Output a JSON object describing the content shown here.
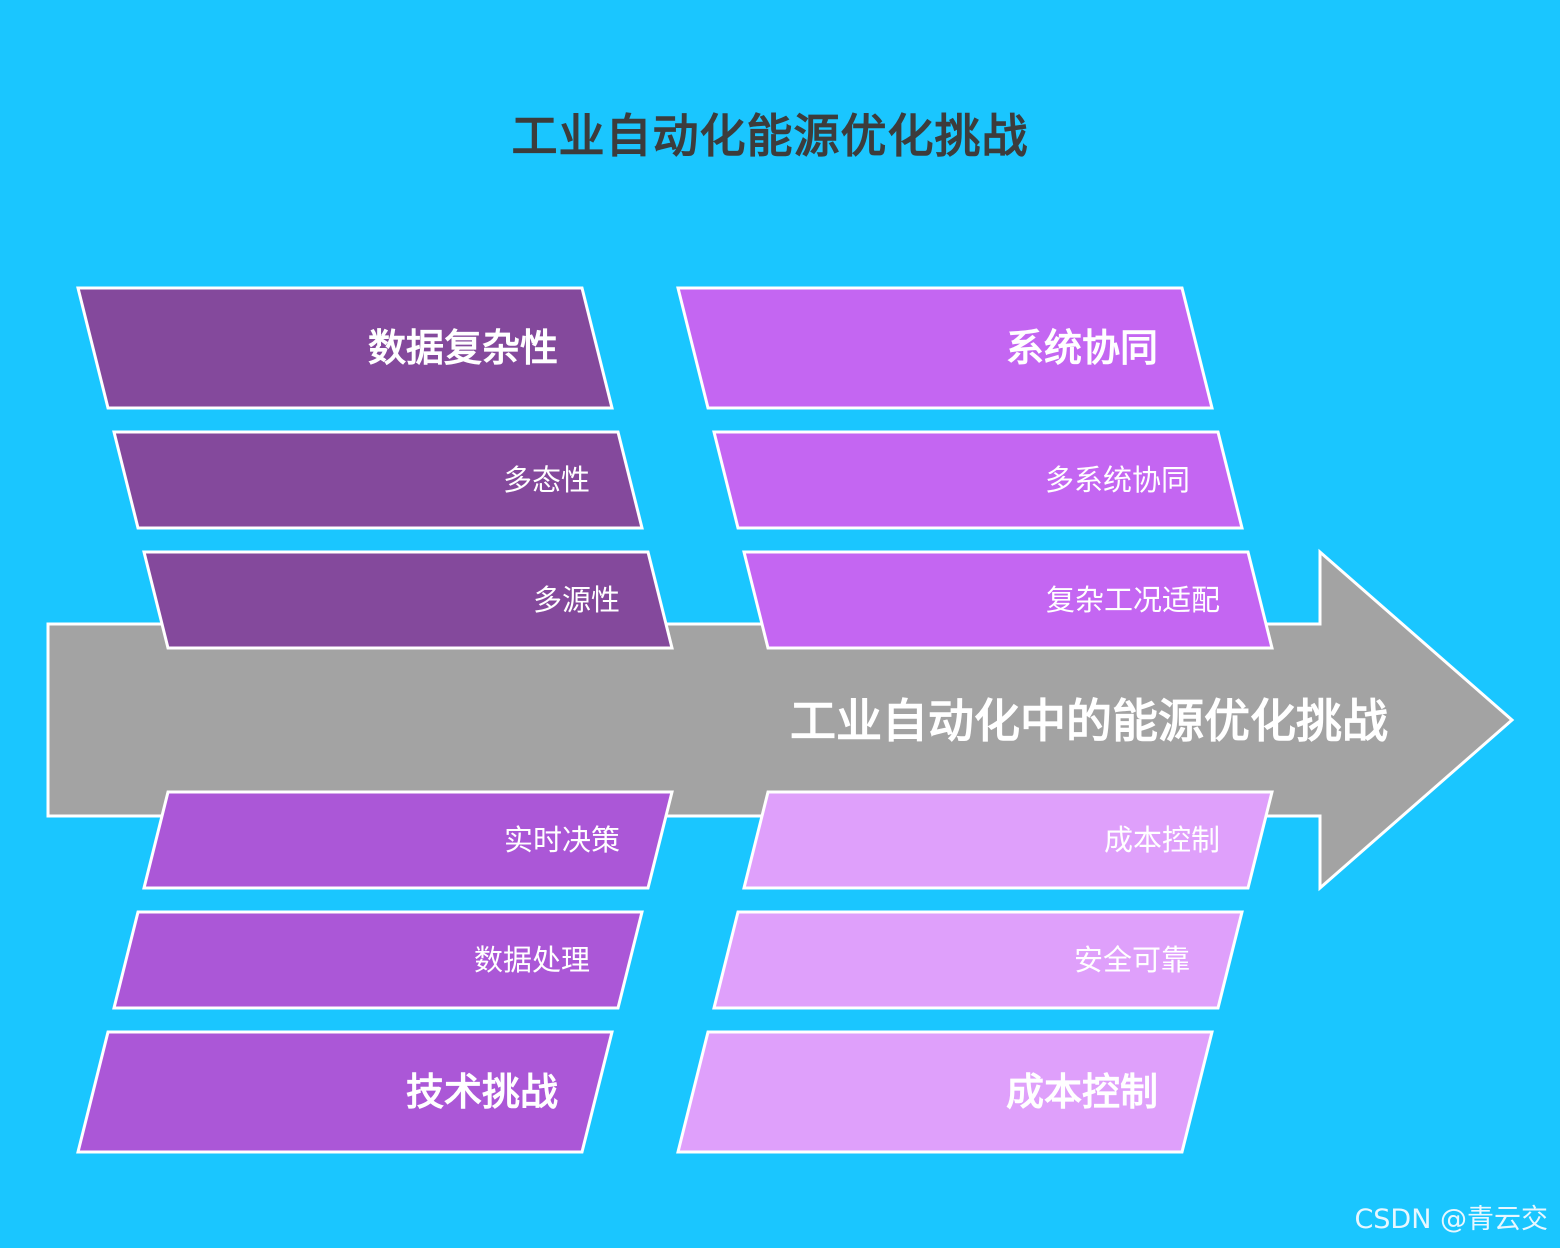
{
  "title": "工业自动化能源优化挑战",
  "spine": {
    "label": "工业自动化中的能源优化挑战"
  },
  "categories": [
    {
      "key": "data",
      "label": "数据复杂性",
      "color": "#84499c",
      "items": [
        "多态性",
        "多源性"
      ]
    },
    {
      "key": "system",
      "label": "系统协同",
      "color": "#c466f2",
      "items": [
        "多系统协同",
        "复杂工况适配"
      ]
    },
    {
      "key": "tech",
      "label": "技术挑战",
      "color": "#ab57d7",
      "items": [
        "实时决策",
        "数据处理"
      ]
    },
    {
      "key": "cost",
      "label": "成本控制",
      "color": "#dfa0fb",
      "items": [
        "成本控制",
        "安全可靠"
      ]
    }
  ],
  "colors": {
    "background": "#1ac6ff",
    "spine": "#a3a3a3",
    "outline": "#ffffff"
  },
  "watermark": "CSDN @青云交"
}
